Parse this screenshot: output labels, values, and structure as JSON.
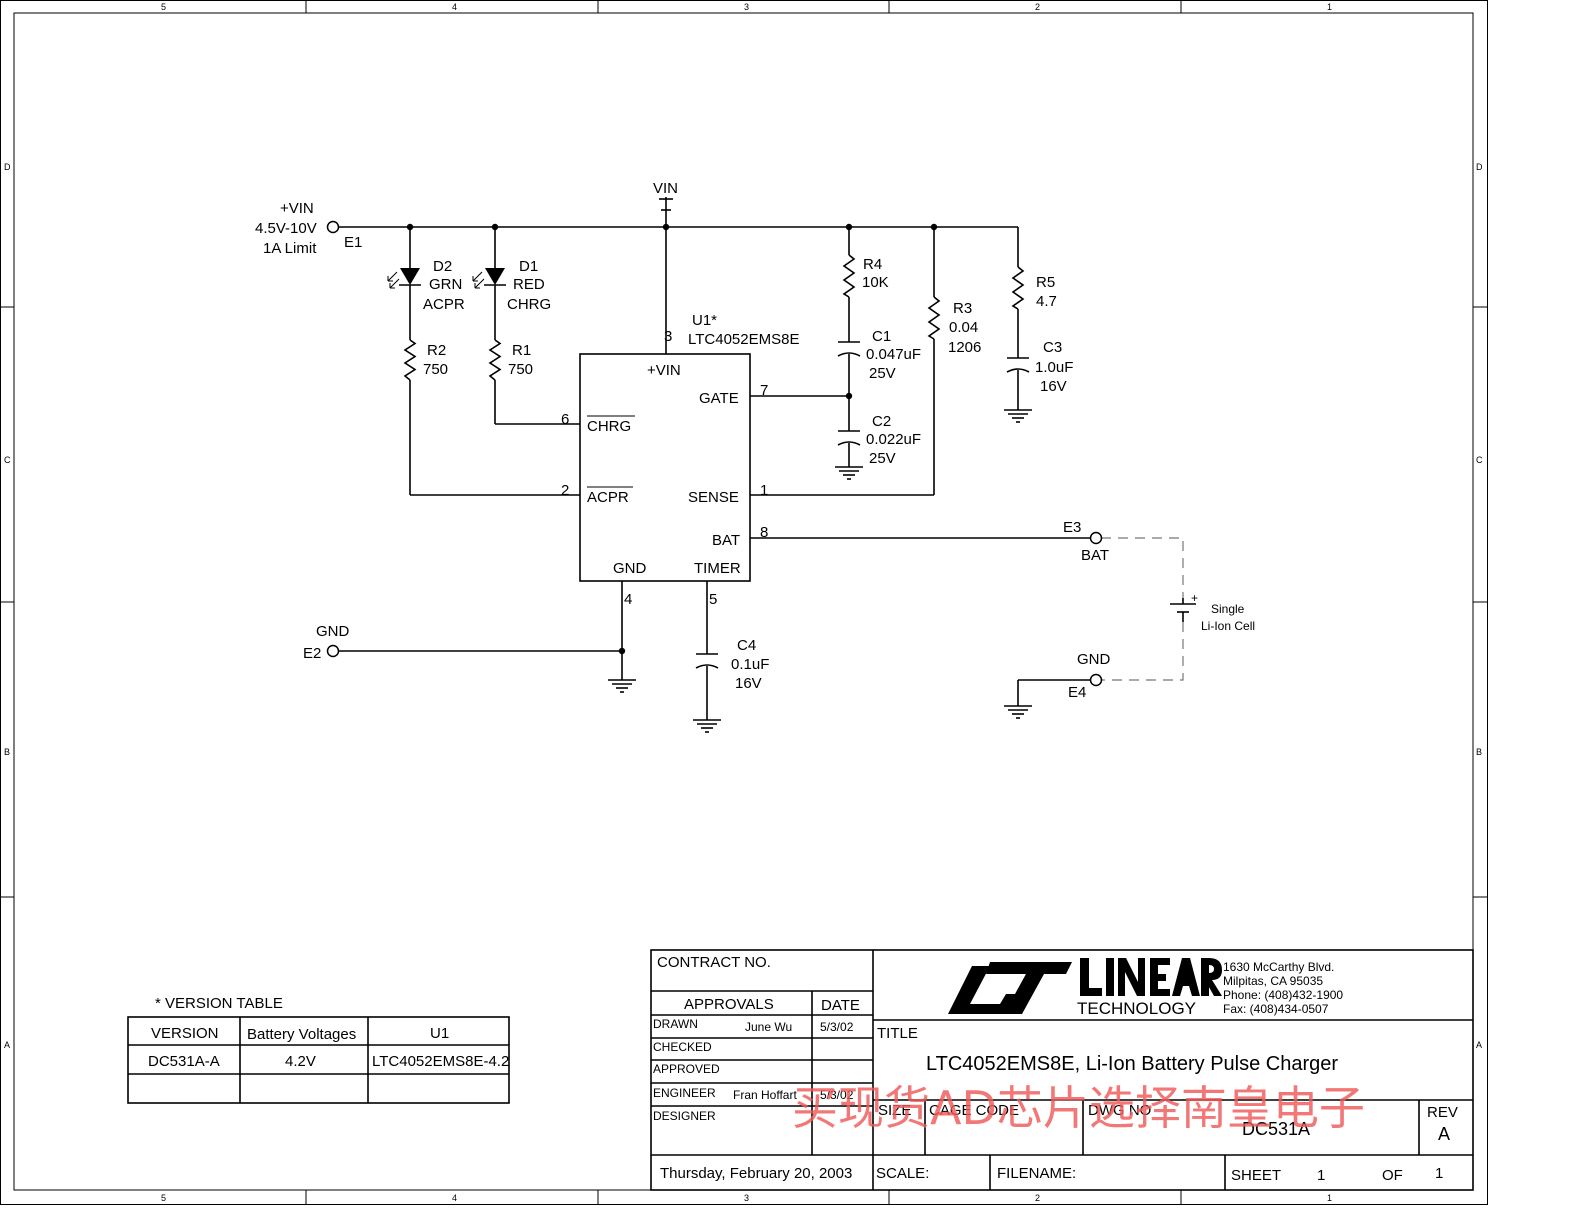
{
  "border": {
    "cols": [
      "5",
      "4",
      "3",
      "2",
      "1"
    ],
    "rows": [
      "D",
      "C",
      "B",
      "A"
    ]
  },
  "input": {
    "name": "+VIN",
    "range": "4.5V-10V",
    "limit": "1A Limit",
    "terminal": "E1"
  },
  "vin_label": "VIN",
  "leds": [
    {
      "ref": "D2",
      "color": "GRN",
      "signal": "ACPR"
    },
    {
      "ref": "D1",
      "color": "RED",
      "signal": "CHRG"
    }
  ],
  "resistors": [
    {
      "ref": "R2",
      "value": "750"
    },
    {
      "ref": "R1",
      "value": "750"
    },
    {
      "ref": "R4",
      "value": "10K"
    },
    {
      "ref": "R3",
      "value": "0.04",
      "pkg": "1206"
    },
    {
      "ref": "R5",
      "value": "4.7"
    }
  ],
  "capacitors": [
    {
      "ref": "C1",
      "value": "0.047uF",
      "voltage": "25V"
    },
    {
      "ref": "C2",
      "value": "0.022uF",
      "voltage": "25V"
    },
    {
      "ref": "C3",
      "value": "1.0uF",
      "voltage": "16V"
    },
    {
      "ref": "C4",
      "value": "0.1uF",
      "voltage": "16V"
    }
  ],
  "ic": {
    "ref": "U1*",
    "part": "LTC4052EMS8E",
    "pins": {
      "vin": {
        "name": "+VIN",
        "num": "3"
      },
      "gate": {
        "name": "GATE",
        "num": "7"
      },
      "chrg": {
        "name": "CHRG",
        "num": "6"
      },
      "acpr": {
        "name": "ACPR",
        "num": "2"
      },
      "sense": {
        "name": "SENSE",
        "num": "1"
      },
      "bat": {
        "name": "BAT",
        "num": "8"
      },
      "gnd": {
        "name": "GND",
        "num": "4"
      },
      "timer": {
        "name": "TIMER",
        "num": "5"
      }
    }
  },
  "terminals": {
    "e2": {
      "net": "GND",
      "ref": "E2"
    },
    "e3": {
      "ref": "E3",
      "net": "BAT"
    },
    "e4": {
      "net": "GND",
      "ref": "E4"
    }
  },
  "battery": {
    "line1": "Single",
    "line2": "Li-Ion Cell",
    "plus": "+"
  },
  "version_table": {
    "title": "* VERSION TABLE",
    "headers": [
      "VERSION",
      "Battery Voltages",
      "U1"
    ],
    "rows": [
      [
        "DC531A-A",
        "4.2V",
        "LTC4052EMS8E-4.2"
      ]
    ]
  },
  "title_block": {
    "contract": "CONTRACT NO.",
    "approvals": "APPROVALS",
    "date_hdr": "DATE",
    "drawn_lbl": "DRAWN",
    "drawn_name": "June Wu",
    "drawn_date": "5/3/02",
    "checked_lbl": "CHECKED",
    "approved_lbl": "APPROVED",
    "engineer_lbl": "ENGINEER",
    "engineer_name": "Fran Hoffart",
    "engineer_date": "5/3/02",
    "designer_lbl": "DESIGNER",
    "print_date": "Thursday, February 20, 2003",
    "company_sub": "TECHNOLOGY",
    "address": [
      "1630 McCarthy Blvd.",
      "Milpitas, CA 95035",
      "Phone: (408)432-1900",
      "Fax: (408)434-0507"
    ],
    "title_lbl": "TITLE",
    "title": "LTC4052EMS8E, Li-Ion Battery Pulse Charger",
    "size_lbl": "SIZE",
    "cage_lbl": "CAGE CODE",
    "dwg_lbl": "DWG NO",
    "dwg_no": "DC531A",
    "rev_lbl": "REV",
    "rev": "A",
    "scale_lbl": "SCALE:",
    "filename_lbl": "FILENAME:",
    "sheet_lbl": "SHEET",
    "sheet_num": "1",
    "of_lbl": "OF",
    "of_num": "1"
  },
  "watermark": "买现货AD芯片选择南皇电子",
  "colors": {
    "line": "#000000",
    "watermark": "#f05a5a",
    "dash": "#777777"
  }
}
